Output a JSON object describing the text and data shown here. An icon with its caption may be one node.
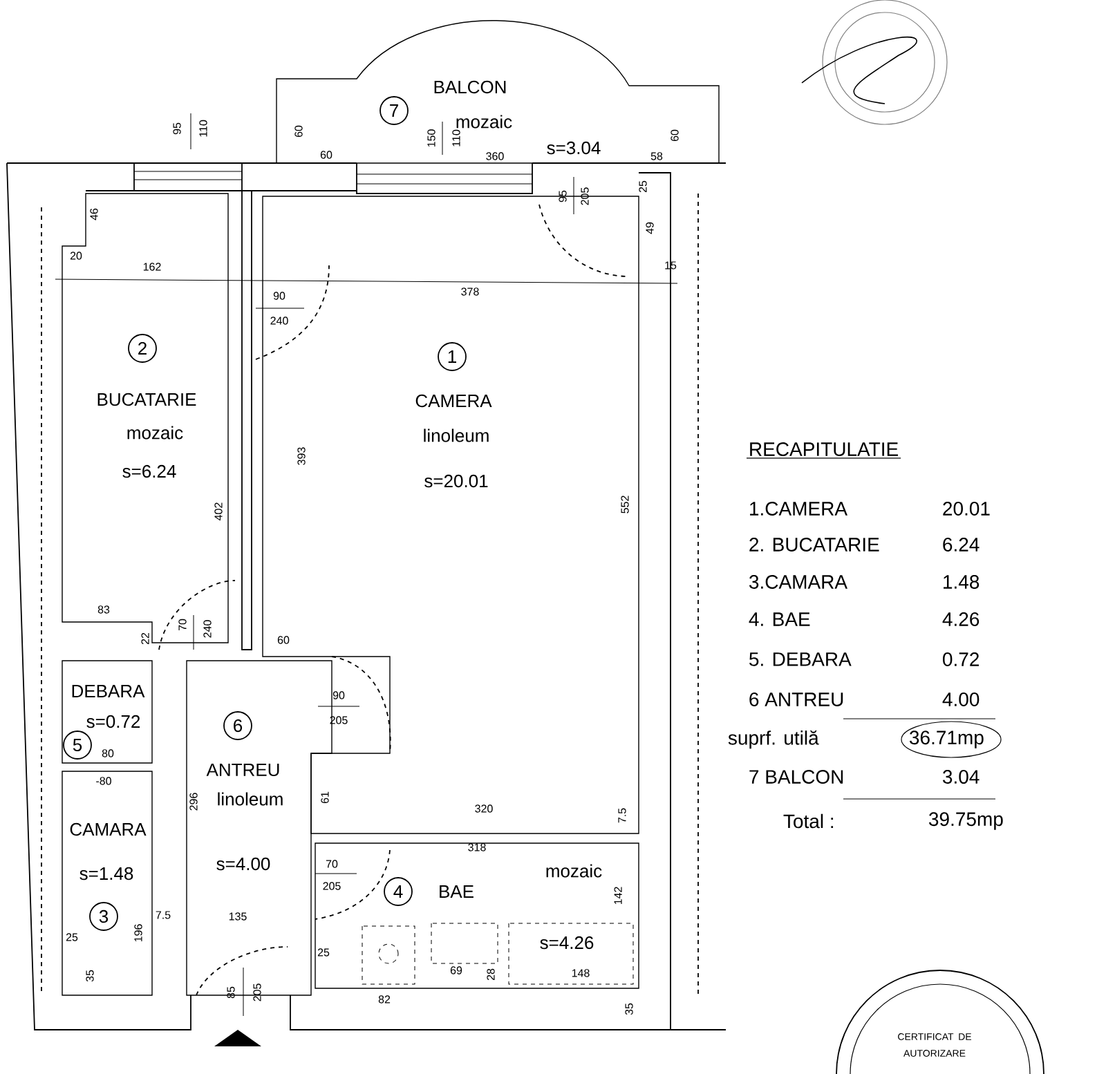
{
  "diagram": {
    "nodes": [
      {
        "text": [
          "7",
          "BALCON",
          "mozaic",
          "s=3.04"
        ]
      },
      {
        "text": [
          "2",
          "BUCATARIE",
          "mozaic",
          "s=6.24"
        ]
      },
      {
        "text": [
          "1",
          "CAMERA",
          "linoleum",
          "s=20.01"
        ]
      },
      {
        "text": [
          "DEBARA",
          "s=0.72",
          "5"
        ]
      },
      {
        "text": [
          "6",
          "ANTREU",
          "linoleum",
          "s=4.00"
        ]
      },
      {
        "text": [
          "CAMARA",
          "s=1.48",
          "3"
        ]
      },
      {
        "text": [
          "4",
          "BAE",
          "mozaic",
          "s=4.26"
        ]
      }
    ],
    "labels": [
      "95",
      "110",
      "60",
      "60",
      "150",
      "110",
      "360",
      "60",
      "58",
      "95",
      "205",
      "25",
      "46",
      "20",
      "162",
      "90",
      "240",
      "378",
      "49",
      "15",
      "393",
      "402",
      "552",
      "83",
      "22",
      "70",
      "240",
      "60",
      "90",
      "205",
      "80",
      "-80",
      "61",
      "296",
      "320",
      "7.5",
      "318",
      "70",
      "205",
      "142",
      "7.5",
      "135",
      "196",
      "25",
      "25",
      "35",
      "69",
      "28",
      "148",
      "82",
      "85",
      "205",
      "35",
      "RECAPITULATIE",
      "1.CAMERA",
      "20.01",
      "2. BUCATARIE",
      "6.24",
      "3.CAMARA",
      "1.48",
      "4. BAE",
      "4.26",
      "5. DEBARA",
      "0.72",
      "6 ANTREU",
      "4.00",
      "suprf. utilă",
      "36.71mp",
      "7 BALCON",
      "3.04",
      "Total :",
      "39.75mp",
      "CERTIFICAT DE AUTORIZARE"
    ]
  }
}
